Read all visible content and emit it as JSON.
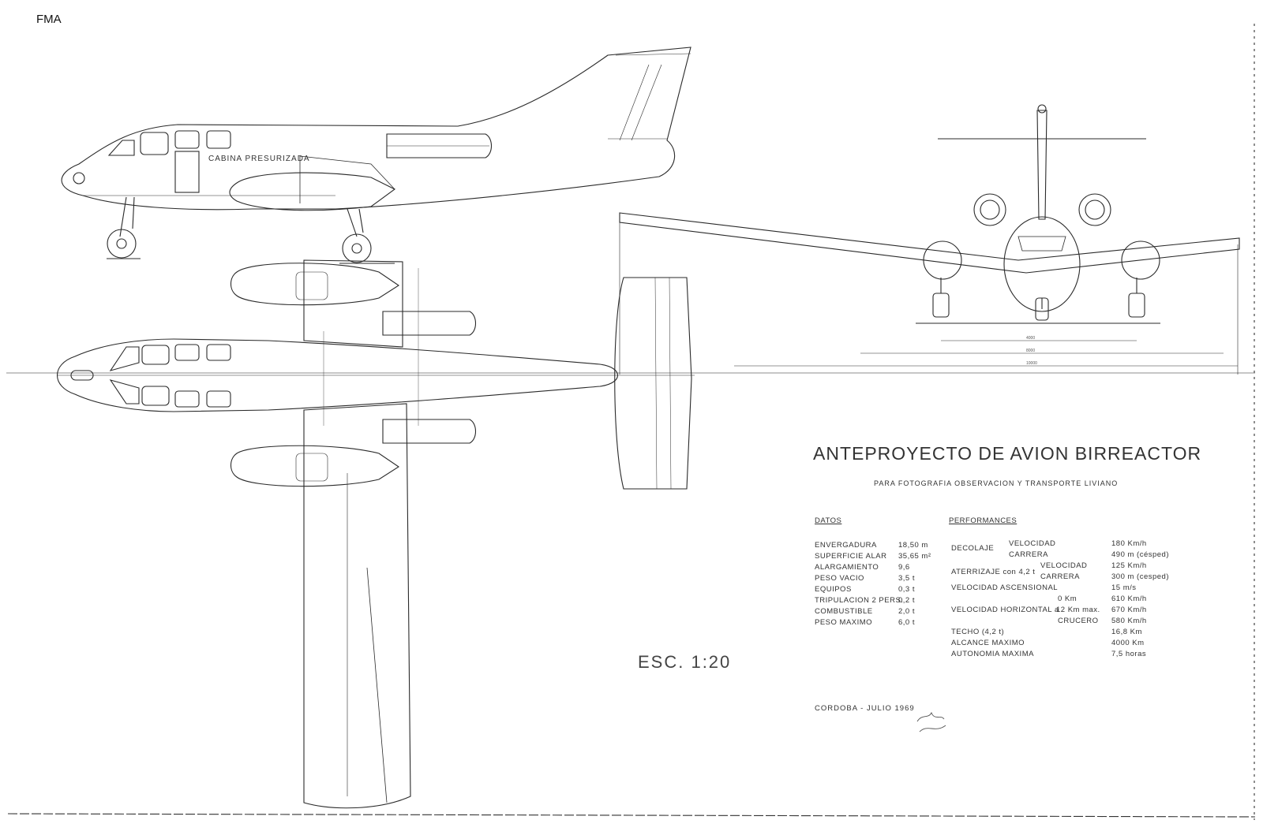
{
  "brand": "FMA",
  "drawing": {
    "title": "ANTEPROYECTO DE AVION BIRREACTOR",
    "subtitle": "PARA FOTOGRAFIA OBSERVACION Y TRANSPORTE LIVIANO",
    "cabin_label": "CABINA PRESURIZADA",
    "scale": "ESC. 1:20",
    "place_date": "CORDOBA - JULIO 1969",
    "dimensions": [
      "4000",
      "8000",
      "10000"
    ]
  },
  "datos": {
    "heading": "DATOS",
    "rows": [
      {
        "label": "ENVERGADURA",
        "value": "18,50 m"
      },
      {
        "label": "SUPERFICIE ALAR",
        "value": "35,65 m²"
      },
      {
        "label": "ALARGAMIENTO",
        "value": "9,6"
      },
      {
        "label": "PESO VACIO",
        "value": "3,5 t"
      },
      {
        "label": "EQUIPOS",
        "value": "0,3 t"
      },
      {
        "label": "TRIPULACION 2 PERS.",
        "value": "0,2 t"
      },
      {
        "label": "COMBUSTIBLE",
        "value": "2,0 t"
      },
      {
        "label": "PESO MAXIMO",
        "value": "6,0 t"
      }
    ]
  },
  "performances": {
    "heading": "PERFORMANCES",
    "rows": [
      {
        "group": "DECOLAJE",
        "item": "VELOCIDAD",
        "value": "180 Km/h"
      },
      {
        "group": "",
        "item": "CARRERA",
        "value": "490 m (césped)"
      },
      {
        "group": "",
        "item": "VELOCIDAD",
        "value": "125 Km/h"
      },
      {
        "group": "ATERRIZAJE con 4,2 t",
        "item": "CARRERA",
        "value": "300 m (cesped)"
      },
      {
        "group": "VELOCIDAD ASCENSIONAL",
        "item": "",
        "value": "15 m/s"
      },
      {
        "group": "",
        "item": "0 Km",
        "value": "610 Km/h"
      },
      {
        "group": "VELOCIDAD HORIZONTAL a",
        "item": "12 Km max.",
        "value": "670 Km/h"
      },
      {
        "group": "",
        "item": "CRUCERO",
        "value": "580 Km/h"
      },
      {
        "group": "TECHO (4,2 t)",
        "item": "",
        "value": "16,8 Km"
      },
      {
        "group": "ALCANCE MAXIMO",
        "item": "",
        "value": "4000 Km"
      },
      {
        "group": "AUTONOMIA MAXIMA",
        "item": "",
        "value": "7,5 horas"
      }
    ]
  }
}
